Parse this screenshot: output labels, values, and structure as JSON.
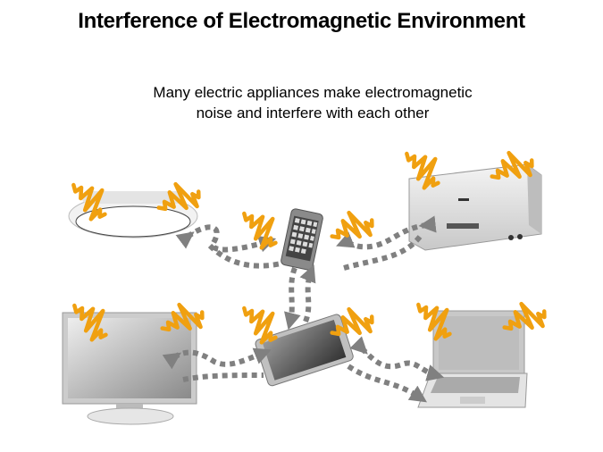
{
  "slide": {
    "title": "Interference of Electromagnetic Environment",
    "subtitle_line1": "Many electric appliances make electromagnetic",
    "subtitle_line2": "noise and interfere with each other"
  },
  "colors": {
    "noise": "#f0a010",
    "arrow": "#808080"
  },
  "devices": [
    "ceiling-light",
    "smartphone",
    "wall-unit",
    "television",
    "tablet",
    "laptop"
  ]
}
